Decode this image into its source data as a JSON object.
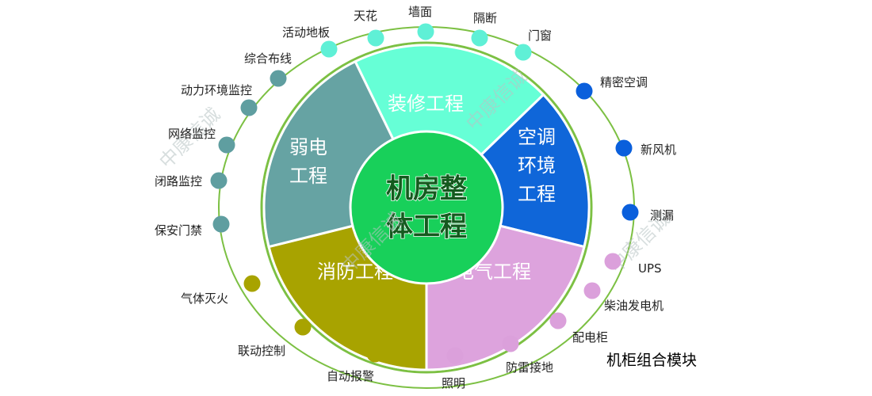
{
  "center": {
    "line1": "机房整",
    "line2": "体工程"
  },
  "segments": [
    {
      "key": "decoration",
      "label": [
        "装修工程"
      ],
      "color": "#66ffd6"
    },
    {
      "key": "hvac",
      "label": [
        "空调",
        "环境",
        "工程"
      ],
      "color": "#0f66d9"
    },
    {
      "key": "electrical",
      "label": [
        "电气工程"
      ],
      "color": "#dda3dd"
    },
    {
      "key": "fire",
      "label": [
        "消防工程"
      ],
      "color": "#a8a300"
    },
    {
      "key": "weak",
      "label": [
        "弱电",
        "工程"
      ],
      "color": "#66a3a3"
    }
  ],
  "items": [
    {
      "label": "天花",
      "color": "#5ff0d6"
    },
    {
      "label": "墙面",
      "color": "#5ff0d6"
    },
    {
      "label": "隔断",
      "color": "#5ff0d6"
    },
    {
      "label": "门窗",
      "color": "#5ff0d6"
    },
    {
      "label": "活动地板",
      "color": "#5ff0d6"
    },
    {
      "label": "精密空调",
      "color": "#0a5fdc"
    },
    {
      "label": "新风机",
      "color": "#0a5fdc"
    },
    {
      "label": "测漏",
      "color": "#0a5fdc"
    },
    {
      "label": "UPS",
      "color": "#dba0db"
    },
    {
      "label": "柴油发电机",
      "color": "#dba0db"
    },
    {
      "label": "配电柜",
      "color": "#dba0db"
    },
    {
      "label": "防雷接地",
      "color": "#dba0db"
    },
    {
      "label": "照明",
      "color": "#dba0db"
    },
    {
      "label": "机柜组合模块",
      "color": "#dba0db"
    },
    {
      "label": "自动报警",
      "color": "#a8a300"
    },
    {
      "label": "联动控制",
      "color": "#a8a300"
    },
    {
      "label": "气体灭火",
      "color": "#a8a300"
    },
    {
      "label": "保安门禁",
      "color": "#5f9ea0"
    },
    {
      "label": "闭路监控",
      "color": "#5f9ea0"
    },
    {
      "label": "网络监控",
      "color": "#5f9ea0"
    },
    {
      "label": "动力环境监控",
      "color": "#5f9ea0"
    },
    {
      "label": "综合布线",
      "color": "#5f9ea0"
    }
  ],
  "colors": {
    "ring": "#7cc043",
    "center": "#18d05a",
    "divider": "#ffffff",
    "watermark": "#b8c4c4"
  },
  "watermark": "中康信诚"
}
